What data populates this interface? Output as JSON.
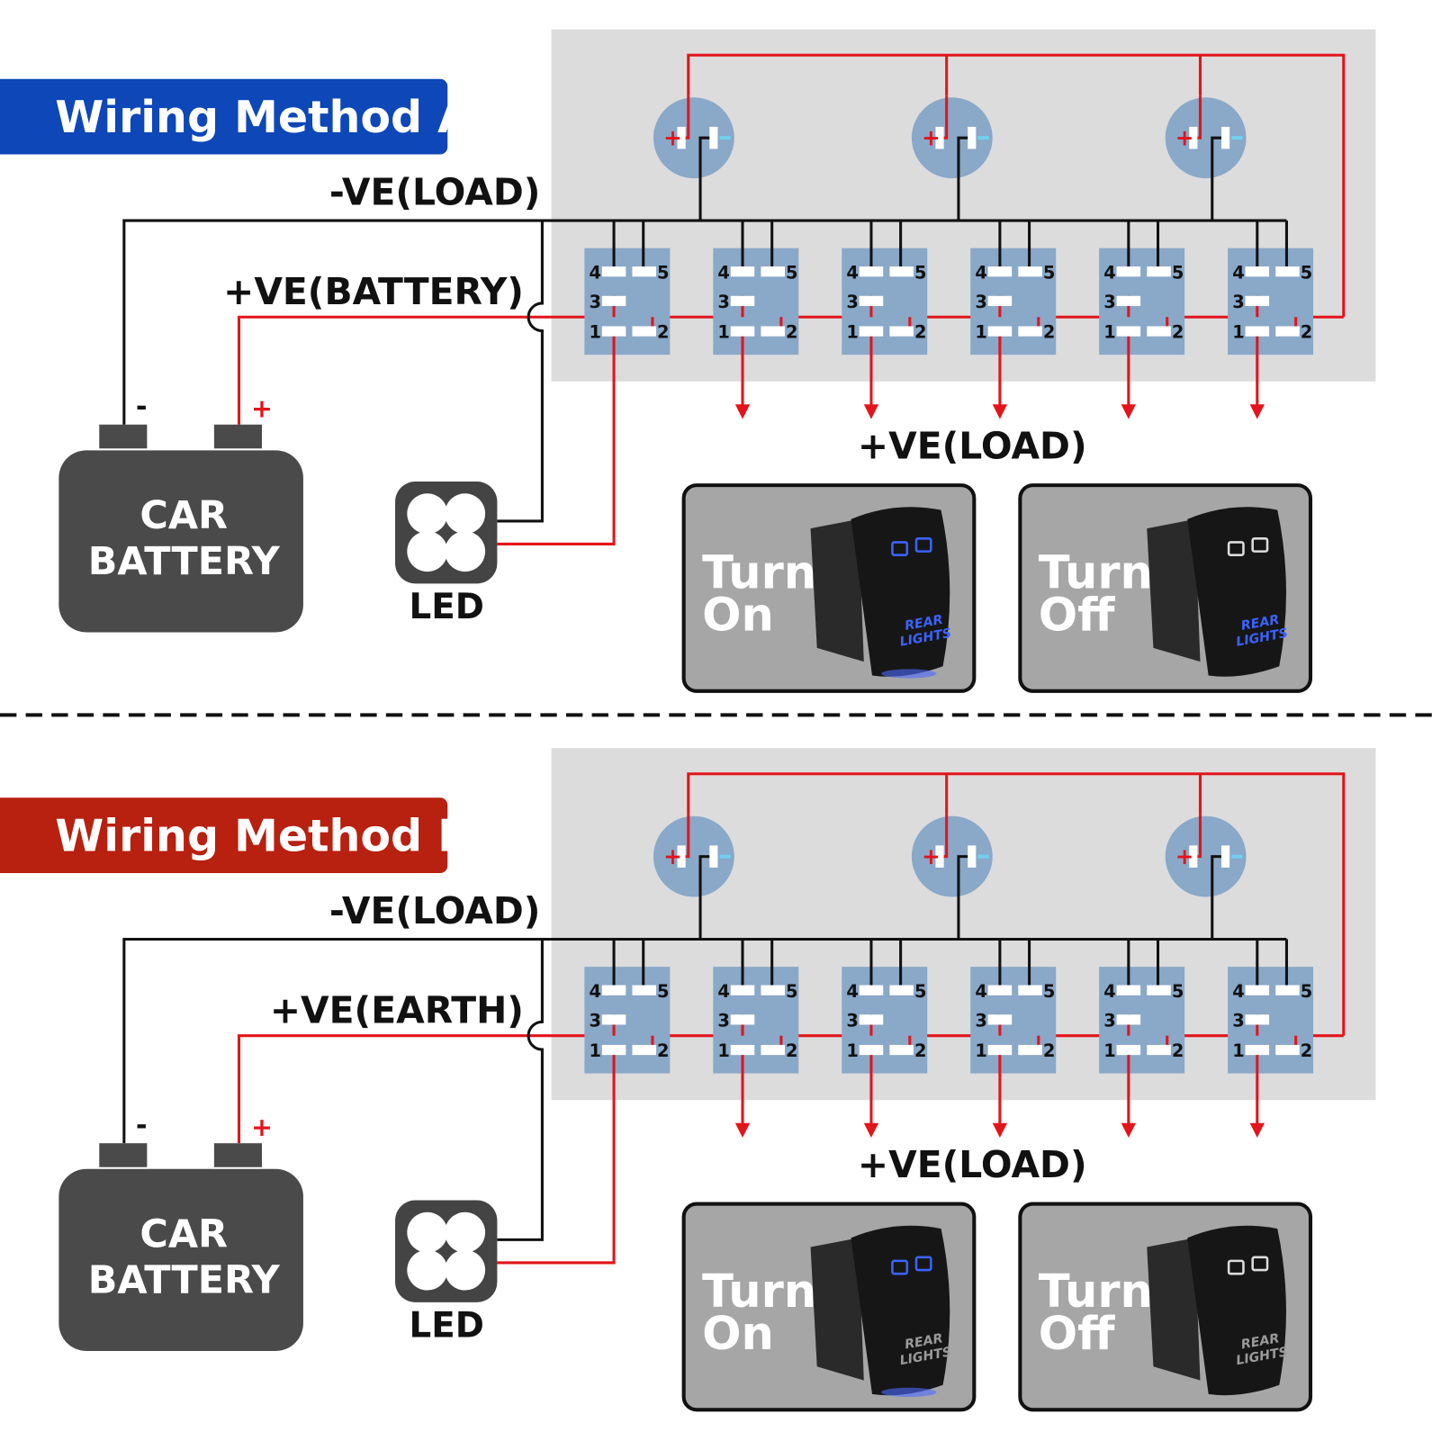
{
  "colors": {
    "method_a": "#0d47b8",
    "method_b": "#b8200f",
    "wire_positive": "#e3141b",
    "wire_negative": "#111111",
    "component": "#8aa8c8",
    "panel": "#dcdcdc",
    "battery": "#4a4a4a",
    "card": "#a6a6a6",
    "minus_mark": "#6fd0f0"
  },
  "sections": [
    {
      "title": "Wiring Method A",
      "neg_label": "-VE(LOAD)",
      "pos_label": "+VE(BATTERY)",
      "load_label": "+VE(LOAD)",
      "battery": {
        "line1": "CAR",
        "line2": "BATTERY",
        "minus": "-",
        "plus": "+"
      },
      "led_label": "LED",
      "cards": [
        {
          "line1": "Turn",
          "line2": "On",
          "icons_lit": true,
          "switch_text1": "REAR",
          "switch_text2": "LIGHTS",
          "text_lit": true
        },
        {
          "line1": "Turn",
          "line2": "Off",
          "icons_lit": false,
          "switch_text1": "REAR",
          "switch_text2": "LIGHTS",
          "text_lit": true
        }
      ]
    },
    {
      "title": "Wiring Method B",
      "neg_label": "-VE(LOAD)",
      "pos_label": "+VE(EARTH)",
      "load_label": "+VE(LOAD)",
      "battery": {
        "line1": "CAR",
        "line2": "BATTERY",
        "minus": "-",
        "plus": "+"
      },
      "led_label": "LED",
      "cards": [
        {
          "line1": "Turn",
          "line2": "On",
          "icons_lit": true,
          "switch_text1": "REAR",
          "switch_text2": "LIGHTS",
          "text_lit": false
        },
        {
          "line1": "Turn",
          "line2": "Off",
          "icons_lit": false,
          "switch_text1": "REAR",
          "switch_text2": "LIGHTS",
          "text_lit": false
        }
      ]
    }
  ],
  "switch_pins": {
    "p4": "4",
    "p5": "5",
    "p3": "3",
    "p1": "1",
    "p2": "2"
  },
  "source_marks": {
    "plus": "+",
    "minus": "-"
  }
}
